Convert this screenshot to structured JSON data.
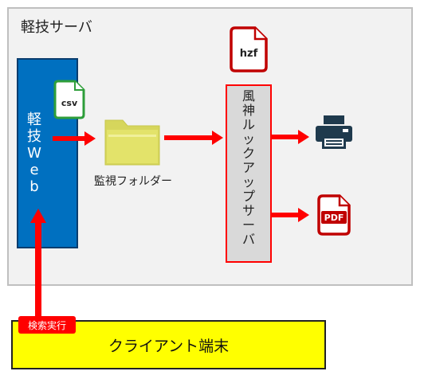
{
  "server": {
    "title": "軽技サーバ"
  },
  "web_box": {
    "label": "軽\n技\nW\ne\nb"
  },
  "fujin_box": {
    "label": "風\n神\nル\nッ\nク\nア\nッ\nプ\nサ\nー\nバ"
  },
  "monitor_folder": {
    "label": "監視フォルダー"
  },
  "client": {
    "label": "クライアント端末"
  },
  "search_badge": {
    "label": "検索実行"
  },
  "files": {
    "csv": {
      "label": "csv",
      "color": "#2e9e3a"
    },
    "hzf": {
      "label": "hzf",
      "color": "#c00000"
    },
    "pdf": {
      "label": "PDF",
      "color": "#c00000"
    }
  },
  "colors": {
    "arrow": "#ff0000",
    "web_box": "#0070c0",
    "folder": "#e3e36a",
    "client": "#ffff00",
    "printer": "#1f3a4d"
  }
}
